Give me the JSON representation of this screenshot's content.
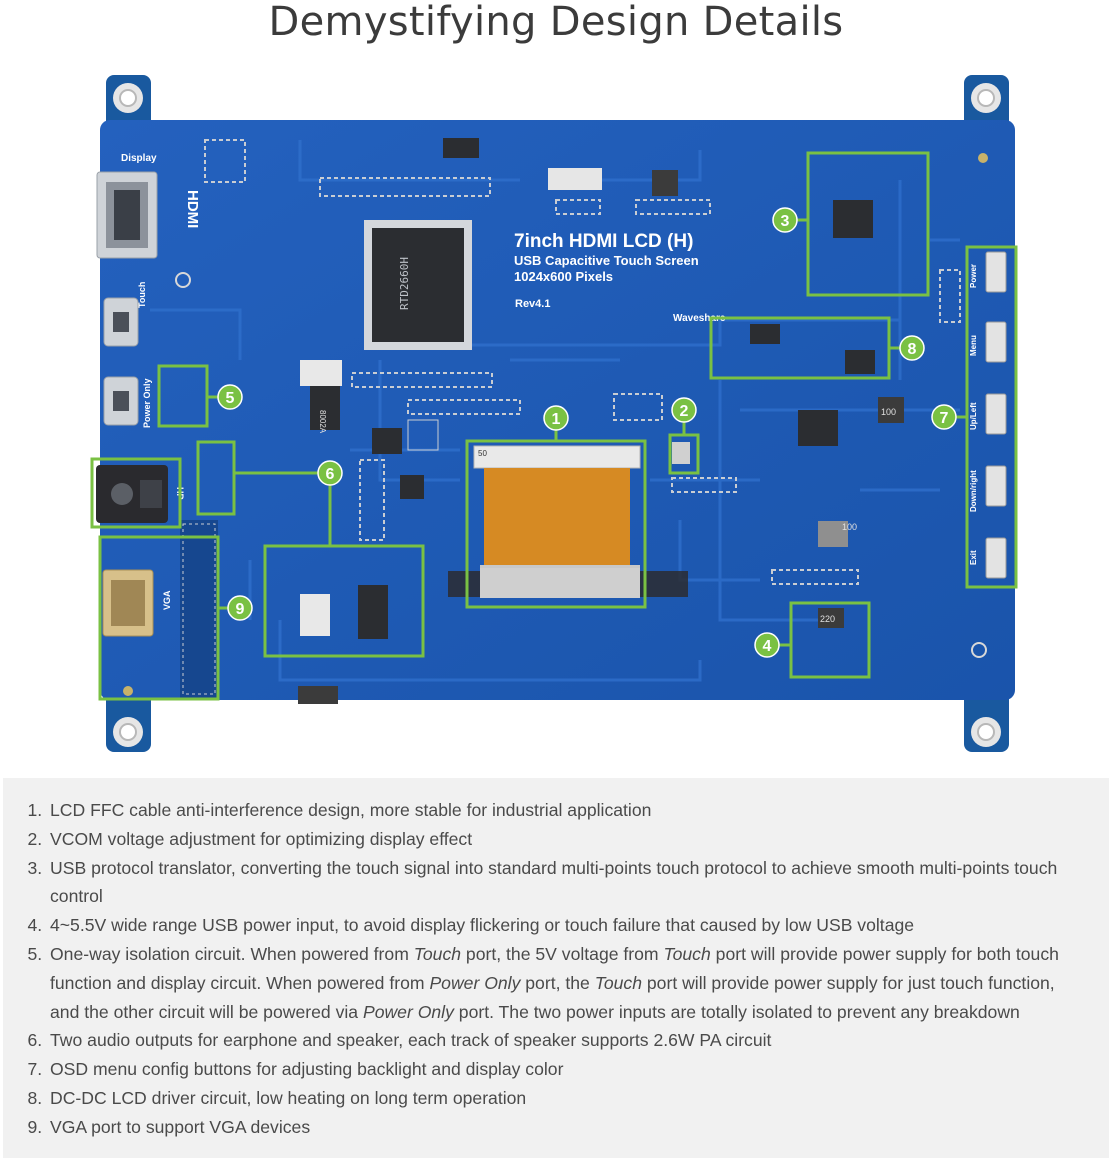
{
  "title": "Demystifying Design Details",
  "board": {
    "product_name": "7inch HDMI LCD (H)",
    "line2": "USB Capacitive Touch Screen",
    "line3": "1024x600 Pixels",
    "revision": "Rev4.1",
    "brand": "Waveshare",
    "chip": "RTD2660H",
    "port_display": "Display",
    "port_hdmi": "HDMI",
    "port_touch": "Touch",
    "port_power_only": "Power Only",
    "port_hp": "HP",
    "port_vga": "VGA",
    "btn_power": "Power",
    "btn_menu": "Menu",
    "btn_upleft": "Up/Left",
    "btn_downright": "Down/right",
    "btn_exit": "Exit",
    "ffc_label": "50",
    "inductor1": "100",
    "inductor2": "100",
    "inductor3": "220",
    "ic_label": "8002A",
    "callouts": [
      "1",
      "2",
      "3",
      "4",
      "5",
      "6",
      "7",
      "8",
      "9"
    ]
  },
  "colors": {
    "pcb": "#1f5bb5",
    "pcb_dark": "#14479a",
    "callout": "#7ac143",
    "pad": "#c9cdd3",
    "legend_bg": "#f1f1f1"
  },
  "features": [
    [
      {
        "t": "LCD FFC cable anti-interference design, more stable for industrial application"
      }
    ],
    [
      {
        "t": "VCOM voltage adjustment for optimizing display effect"
      }
    ],
    [
      {
        "t": "USB protocol translator, converting the touch signal into standard multi-points touch protocol to achieve smooth multi-points touch control"
      }
    ],
    [
      {
        "t": "4~5.5V wide range USB power input, to avoid display flickering or touch failure that caused by low USB voltage"
      }
    ],
    [
      {
        "t": "One-way isolation circuit. When powered from "
      },
      {
        "t": "Touch",
        "i": true
      },
      {
        "t": " port, the 5V voltage from "
      },
      {
        "t": "Touch",
        "i": true
      },
      {
        "t": " port will provide power supply for both touch function and display circuit. When powered from "
      },
      {
        "t": "Power Only",
        "i": true
      },
      {
        "t": " port, the "
      },
      {
        "t": "Touch",
        "i": true
      },
      {
        "t": " port will provide power supply for just touch function, and the other circuit will be powered via "
      },
      {
        "t": "Power Only",
        "i": true
      },
      {
        "t": " port. The two power inputs are totally isolated to prevent any breakdown"
      }
    ],
    [
      {
        "t": "Two audio outputs for earphone and speaker, each track of speaker supports 2.6W PA circuit"
      }
    ],
    [
      {
        "t": "OSD menu config buttons for adjusting backlight and display color"
      }
    ],
    [
      {
        "t": "DC-DC LCD driver circuit, low heating on long term operation"
      }
    ],
    [
      {
        "t": "VGA port to support VGA devices"
      }
    ]
  ]
}
